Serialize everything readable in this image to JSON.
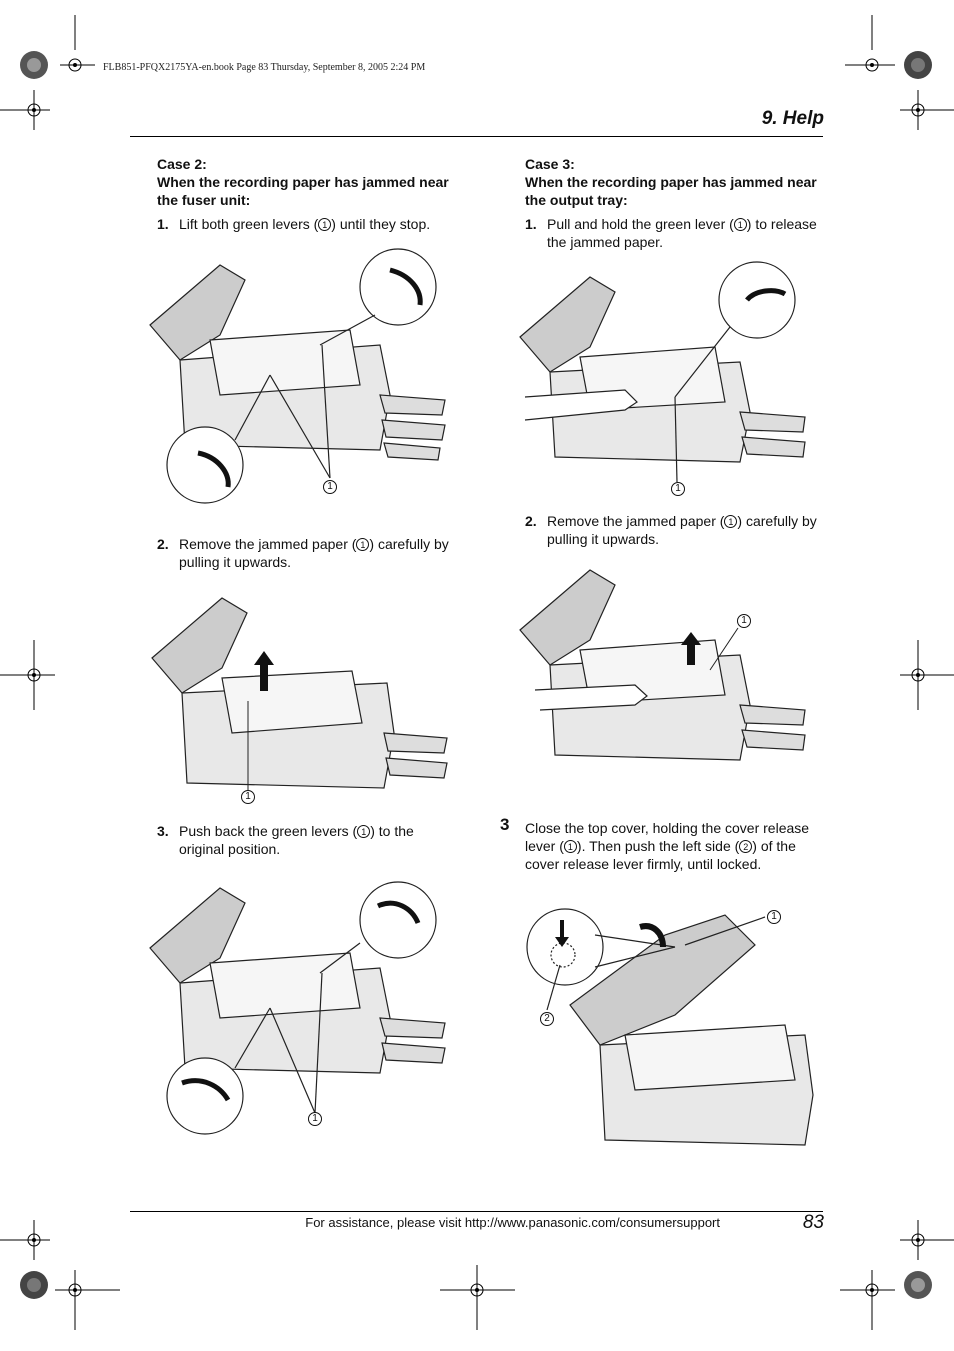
{
  "header": {
    "book_info": "FLB851-PFQX2175YA-en.book  Page 83  Thursday, September 8, 2005  2:24 PM",
    "section_title": "9. Help"
  },
  "left_column": {
    "case_label": "Case 2:",
    "case_desc": "When the recording paper has jammed near the fuser unit:",
    "steps": [
      {
        "num": "1.",
        "pre": "Lift both green levers (",
        "ref": "1",
        "post": ") until they stop."
      },
      {
        "num": "2.",
        "pre": "Remove the jammed paper (",
        "ref": "1",
        "post": ") carefully by pulling it upwards."
      },
      {
        "num": "3.",
        "pre": "Push back the green levers (",
        "ref": "1",
        "post": ") to the original position."
      }
    ]
  },
  "right_column": {
    "case_label": "Case 3:",
    "case_desc": "When the recording paper has jammed near the output tray:",
    "steps": [
      {
        "num": "1.",
        "pre": "Pull and hold the green lever (",
        "ref": "1",
        "post": ") to release the jammed paper."
      },
      {
        "num": "2.",
        "pre": "Remove the jammed paper (",
        "ref": "1",
        "post": ") carefully by pulling it upwards."
      }
    ],
    "final_step": {
      "num": "3",
      "t1": "Close the top cover, holding the cover release lever (",
      "r1": "1",
      "t2": "). Then push the left side (",
      "r2": "2",
      "t3": ") of the cover release lever firmly, until locked."
    }
  },
  "callouts": {
    "one": "1",
    "two": "2"
  },
  "footer": {
    "assist_text": "For assistance, please visit http://www.panasonic.com/consumersupport",
    "page_number": "83"
  }
}
